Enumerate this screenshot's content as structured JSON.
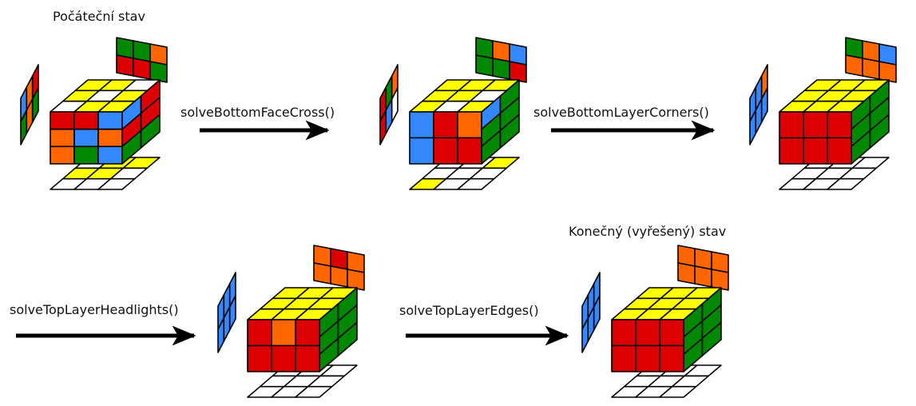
{
  "labels": {
    "initial_state": "Počáteční stav",
    "final_state": "Konečný (vyřešený) stav"
  },
  "steps": [
    {
      "label": "solveBottomFaceCross()"
    },
    {
      "label": "solveBottomLayerCorners()"
    },
    {
      "label": "solveTopLayerHeadlights()"
    },
    {
      "label": "solveTopLayerEdges()"
    }
  ],
  "colors": {
    "Y": "#ffff00",
    "W": "#ffffff",
    "R": "#dd0000",
    "O": "#ff6600",
    "G": "#008800",
    "B": "#3388ff",
    "stroke": "#000000"
  },
  "cubes": [
    {
      "name": "cube-initial-state",
      "top": [
        "YYW",
        "YWY",
        "WYY"
      ],
      "front": [
        "RRBOB",
        "OBOR",
        "OGBR"
      ],
      "right": [
        "BR",
        "RR",
        "GG"
      ],
      "back": [
        "GGO",
        "RRG"
      ],
      "left": [
        "BOR",
        "GOG"
      ],
      "bottom": [
        "WYY",
        "YYW",
        "WWW"
      ]
    },
    {
      "name": "cube-after-bottom-face-cross",
      "top": [
        "YYY",
        "YYW",
        "YWY"
      ],
      "front": [
        "BRO",
        "BRR"
      ],
      "right": [
        "BG",
        "GG",
        "GG"
      ],
      "back": [
        "GOB",
        "GGR"
      ],
      "left": [
        "RGO",
        "RBW"
      ],
      "bottom": [
        "WWY",
        "WWW",
        "YWW"
      ]
    },
    {
      "name": "cube-after-bottom-layer-corners",
      "top": [
        "YYY",
        "YYY",
        "YYY"
      ],
      "front": [
        "RRR",
        "RRR"
      ],
      "right": [
        "GG",
        "GG",
        "GG"
      ],
      "back": [
        "GOB",
        "OOO"
      ],
      "left": [
        "BBO",
        "BBB"
      ],
      "bottom": [
        "WWW",
        "WWW",
        "WWW"
      ]
    },
    {
      "name": "cube-after-top-layer-headlights",
      "top": [
        "YYY",
        "YYY",
        "YYY"
      ],
      "front": [
        "ROR",
        "RRR"
      ],
      "right": [
        "GG",
        "GG",
        "GG"
      ],
      "back": [
        "ORO",
        "OOO"
      ],
      "left": [
        "BBB",
        "BBB"
      ],
      "bottom": [
        "WWW",
        "WWW",
        "WWW"
      ]
    },
    {
      "name": "cube-final-solved-state",
      "top": [
        "YYY",
        "YYY",
        "YYY"
      ],
      "front": [
        "RRR",
        "RRR"
      ],
      "right": [
        "GG",
        "GG",
        "GG"
      ],
      "back": [
        "OOO",
        "OOO"
      ],
      "left": [
        "BBB",
        "BBB"
      ],
      "bottom": [
        "WWW",
        "WWW",
        "WWW"
      ]
    }
  ]
}
